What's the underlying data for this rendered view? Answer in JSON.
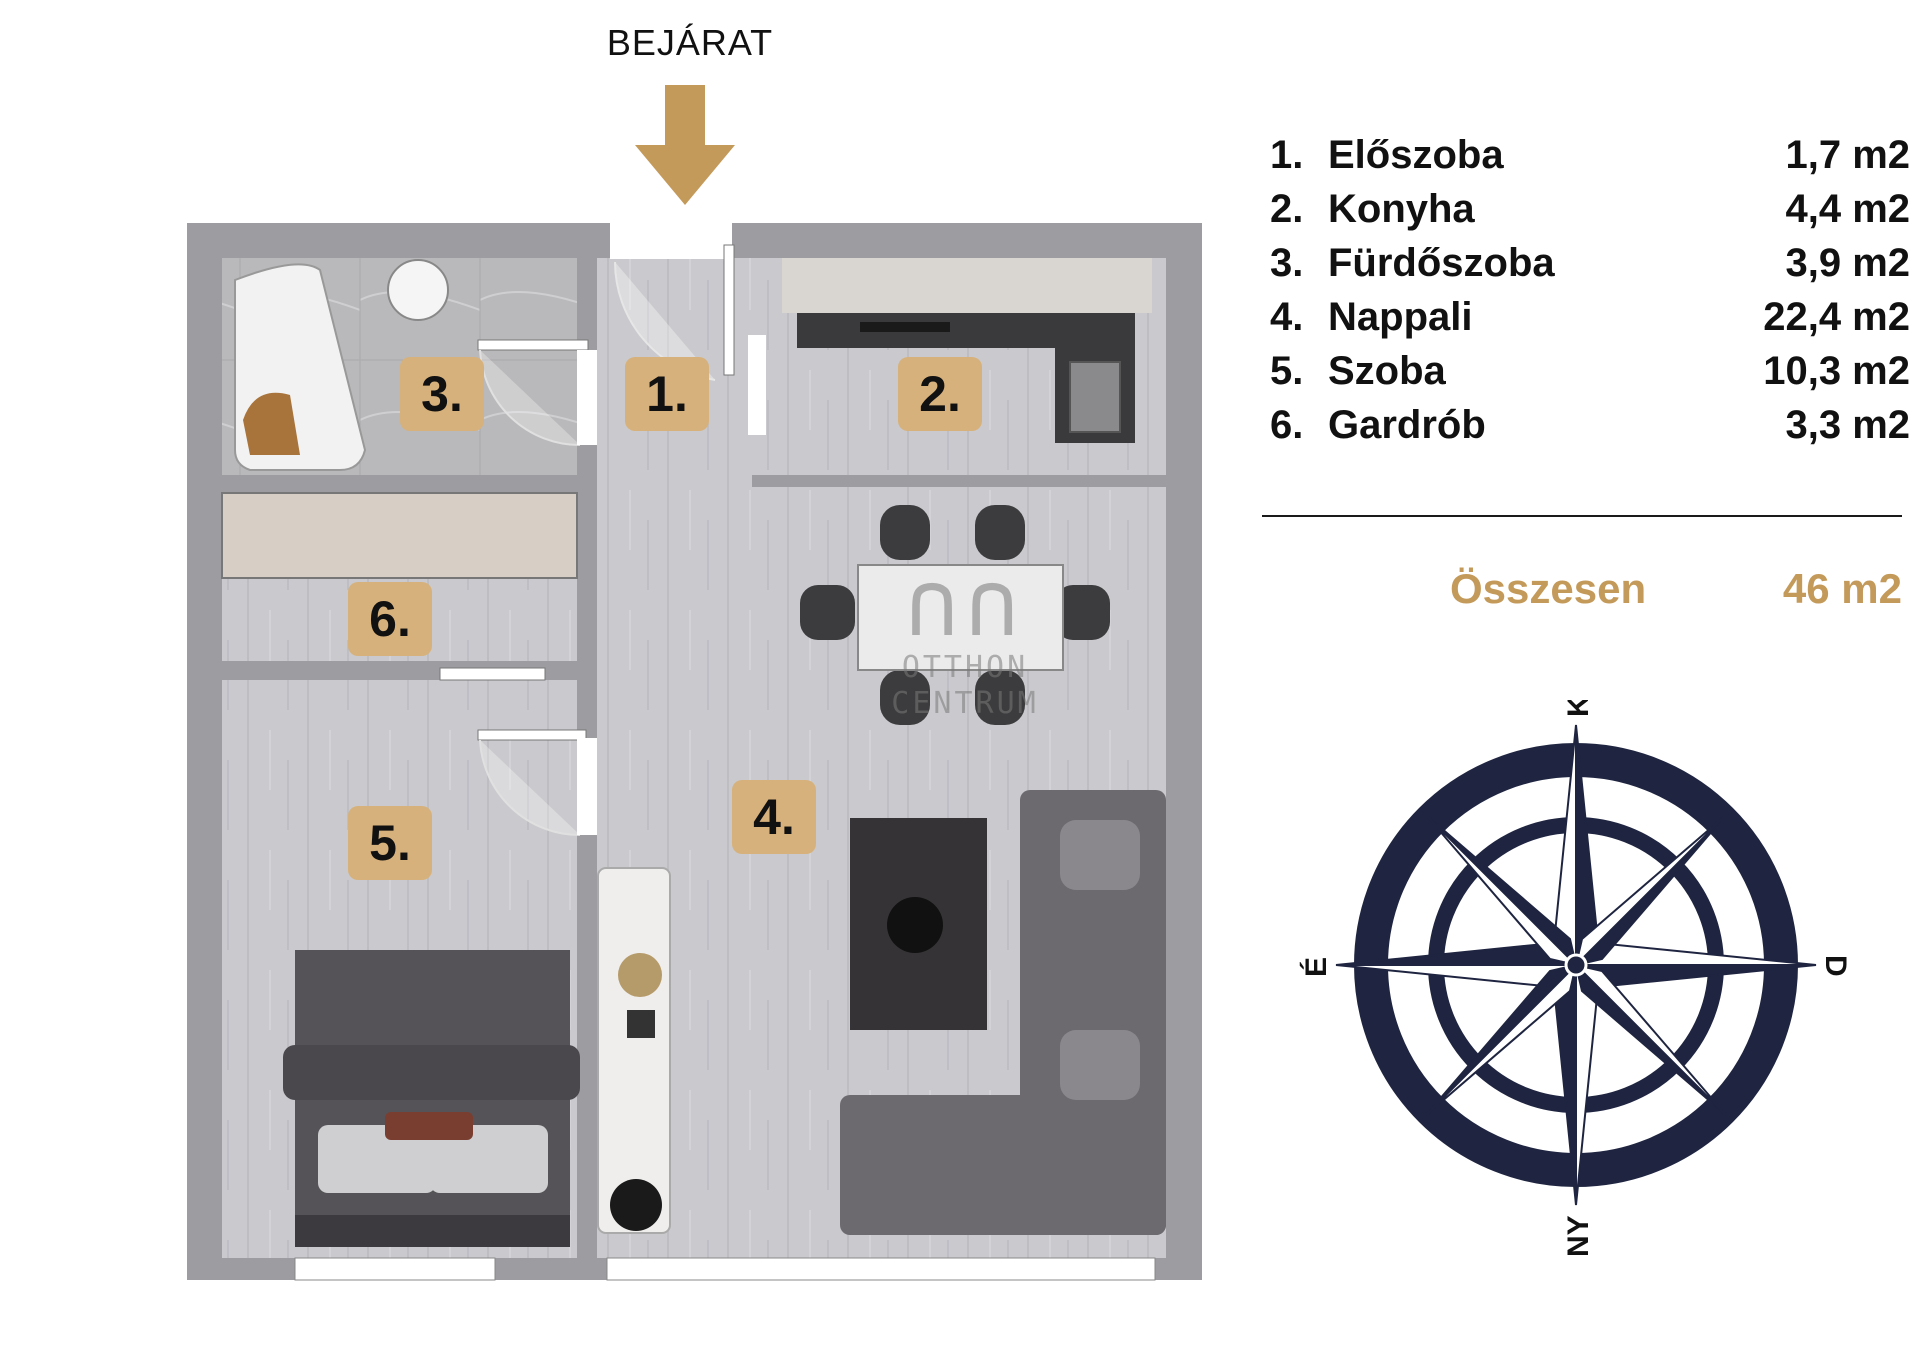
{
  "entrance": {
    "label": "BEJÁRAT",
    "arrow_color": "#c49a5a"
  },
  "room_labels": [
    "1.",
    "2.",
    "3.",
    "4.",
    "5.",
    "6."
  ],
  "rooms": [
    {
      "num": "1.",
      "name": "Előszoba",
      "area": "1,7 m2"
    },
    {
      "num": "2.",
      "name": "Konyha",
      "area": "4,4 m2"
    },
    {
      "num": "3.",
      "name": "Fürdőszoba",
      "area": "3,9 m2"
    },
    {
      "num": "4.",
      "name": "Nappali",
      "area": "22,4 m2"
    },
    {
      "num": "5.",
      "name": "Szoba",
      "area": "10,3 m2"
    },
    {
      "num": "6.",
      "name": "Gardrób",
      "area": "3,3 m2"
    }
  ],
  "total": {
    "label": "Összesen",
    "area": "46 m2"
  },
  "compass": {
    "north": "K",
    "east": "D",
    "south": "NY",
    "west": "É",
    "color": "#1f2540"
  },
  "watermark": {
    "line1": "OTTHON",
    "line2": "CENTRUM"
  },
  "colors": {
    "accent": "#c49a5a",
    "label_bg": "#d7b17b",
    "wall": "#9a9a9e",
    "floor": "#c9c9cc"
  }
}
